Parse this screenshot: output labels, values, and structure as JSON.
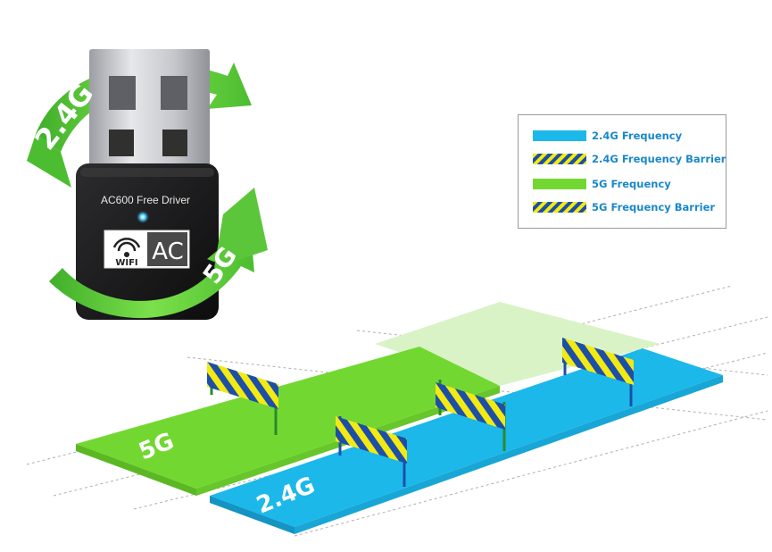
{
  "device": {
    "model_text": "AC600 Free Driver",
    "wifi_text": "WIFI",
    "ac_text": "AC",
    "arrow_24_label": "2.4G",
    "arrow_5_label": "5G"
  },
  "legend": {
    "items": [
      {
        "label": "2.4G Frequency",
        "swatch": "blue"
      },
      {
        "label": "2.4G Frequency Barrier",
        "swatch": "barrier"
      },
      {
        "label": "5G Frequency",
        "swatch": "green"
      },
      {
        "label": "5G Frequency Barrier",
        "swatch": "barrier"
      }
    ]
  },
  "bands": {
    "band_5g_label": "5G",
    "band_24g_label": "2.4G"
  },
  "colors": {
    "band_24g": "#1cb8ea",
    "band_5g": "#72d831",
    "barrier_yellow": "#f2ea10",
    "barrier_blue": "#1d4fa8",
    "legend_text": "#1a88c9",
    "arrow_green": "#5cc63a"
  }
}
